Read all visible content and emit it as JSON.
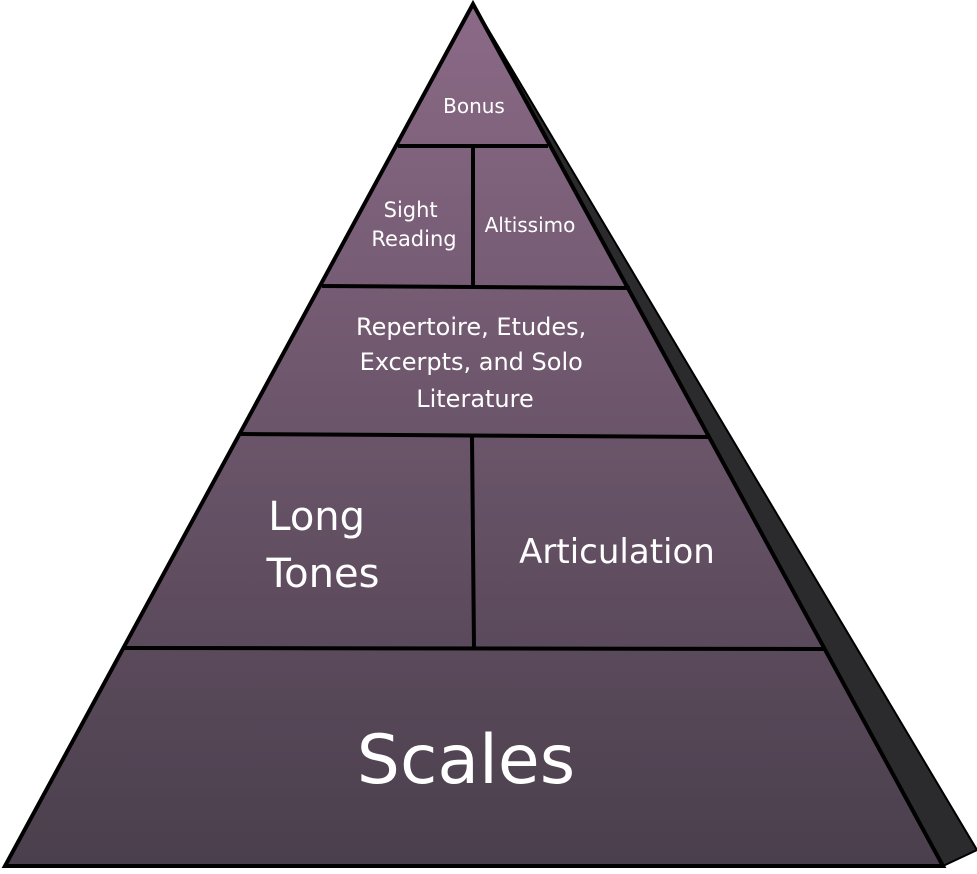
{
  "pyramid": {
    "colors": {
      "top": "#8b6a87",
      "bottom": "#4a3f4c",
      "shadow": "#2b2a2c",
      "outline": "#000000",
      "text": "#ffffff"
    },
    "levels": {
      "bonus": {
        "label": "Bonus"
      },
      "sight_reading": {
        "lines": [
          "Sight",
          "Reading"
        ]
      },
      "altissimo": {
        "label": "Altissimo"
      },
      "repertoire": {
        "lines": [
          "Repertoire, Etudes,",
          "Excerpts, and Solo",
          "Literature"
        ]
      },
      "long_tones": {
        "lines": [
          "Long",
          "Tones"
        ]
      },
      "articulation": {
        "label": "Articulation"
      },
      "scales": {
        "label": "Scales"
      }
    }
  }
}
